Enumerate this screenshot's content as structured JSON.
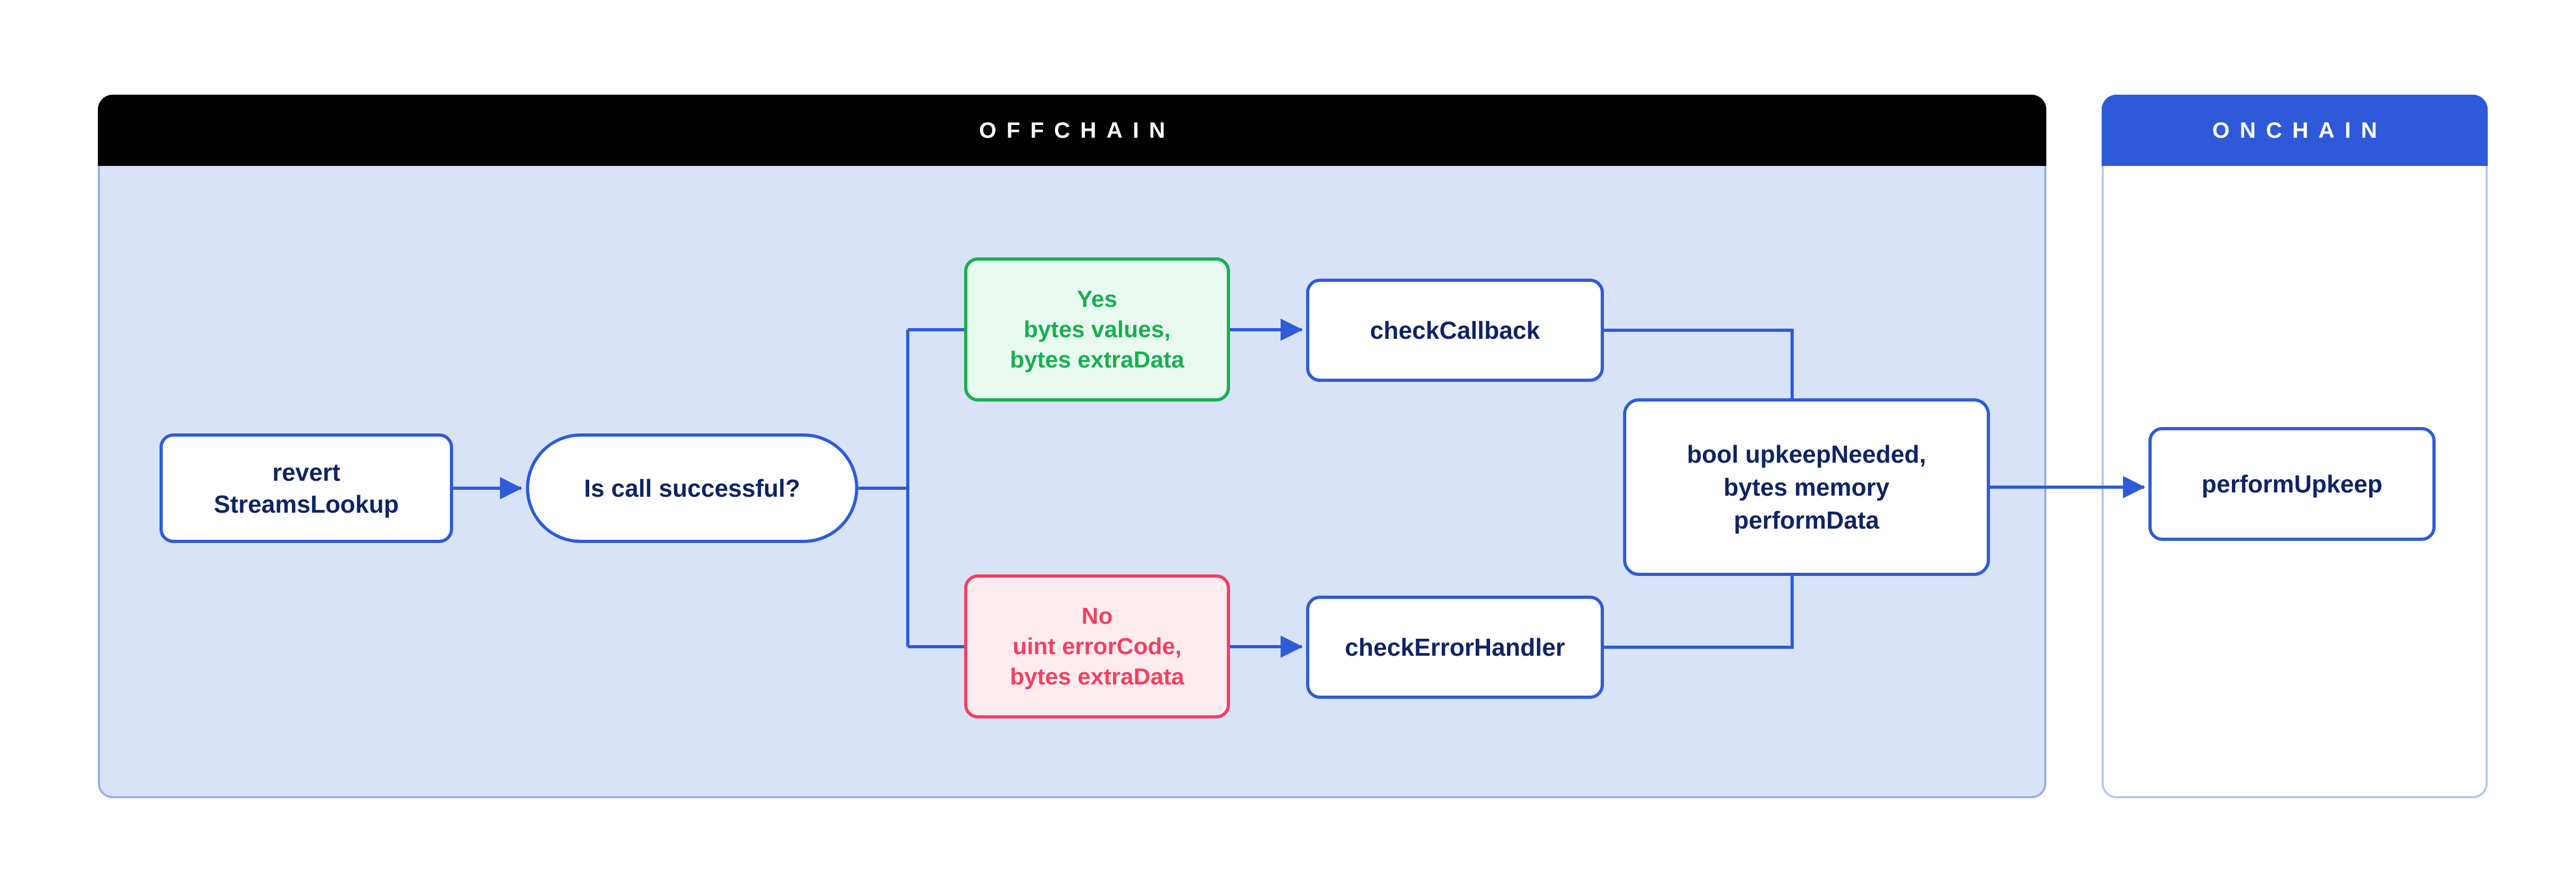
{
  "diagram": {
    "type": "flowchart",
    "panels": {
      "offchain": {
        "title": "OFFCHAIN",
        "header_color": "#000000",
        "body_color": "#D9E3F8",
        "border_color": "#95ADEA"
      },
      "onchain": {
        "title": "ONCHAIN",
        "header_color": "#2E59D8",
        "body_color": "#FFFFFF",
        "border_color": "#B5C5F3"
      }
    },
    "nodes": {
      "revert": {
        "lines": [
          "revert",
          "StreamsLookup"
        ],
        "shape": "rounded-rect",
        "panel": "offchain"
      },
      "question": {
        "label": "Is call successful?",
        "shape": "stadium",
        "panel": "offchain"
      },
      "yes": {
        "lines": [
          "Yes",
          "bytes values,",
          "bytes extraData"
        ],
        "shape": "rounded-rect",
        "panel": "offchain",
        "accent": "#17B04F"
      },
      "no": {
        "lines": [
          "No",
          "uint errorCode,",
          "bytes extraData"
        ],
        "shape": "rounded-rect",
        "panel": "offchain",
        "accent": "#F4405F"
      },
      "check_callback": {
        "label": "checkCallback",
        "shape": "rounded-rect",
        "panel": "offchain"
      },
      "check_error_handler": {
        "label": "checkErrorHandler",
        "shape": "rounded-rect",
        "panel": "offchain"
      },
      "result": {
        "lines": [
          "bool upkeepNeeded,",
          "bytes memory",
          "performData"
        ],
        "shape": "rounded-rect",
        "panel": "offchain"
      },
      "perform_upkeep": {
        "label": "performUpkeep",
        "shape": "rounded-rect",
        "panel": "onchain"
      }
    },
    "edges": [
      {
        "from": "revert",
        "to": "question",
        "arrowhead": true
      },
      {
        "from": "question",
        "to": "yes",
        "arrowhead": false
      },
      {
        "from": "question",
        "to": "no",
        "arrowhead": false
      },
      {
        "from": "yes",
        "to": "check_callback",
        "arrowhead": true
      },
      {
        "from": "no",
        "to": "check_error_handler",
        "arrowhead": true
      },
      {
        "from": "check_callback",
        "to": "result",
        "arrowhead": false
      },
      {
        "from": "check_error_handler",
        "to": "result",
        "arrowhead": false
      },
      {
        "from": "result",
        "to": "perform_upkeep",
        "arrowhead": true
      }
    ],
    "colors": {
      "connector_blue": "#2E5BD9",
      "node_border_blue": "#2E5BD9",
      "node_text_navy": "#0F2365",
      "yes_green": "#17B04F",
      "yes_green_bg": "#E8FAF0",
      "no_red": "#F4405F",
      "no_red_bg": "#FDECEF"
    }
  }
}
